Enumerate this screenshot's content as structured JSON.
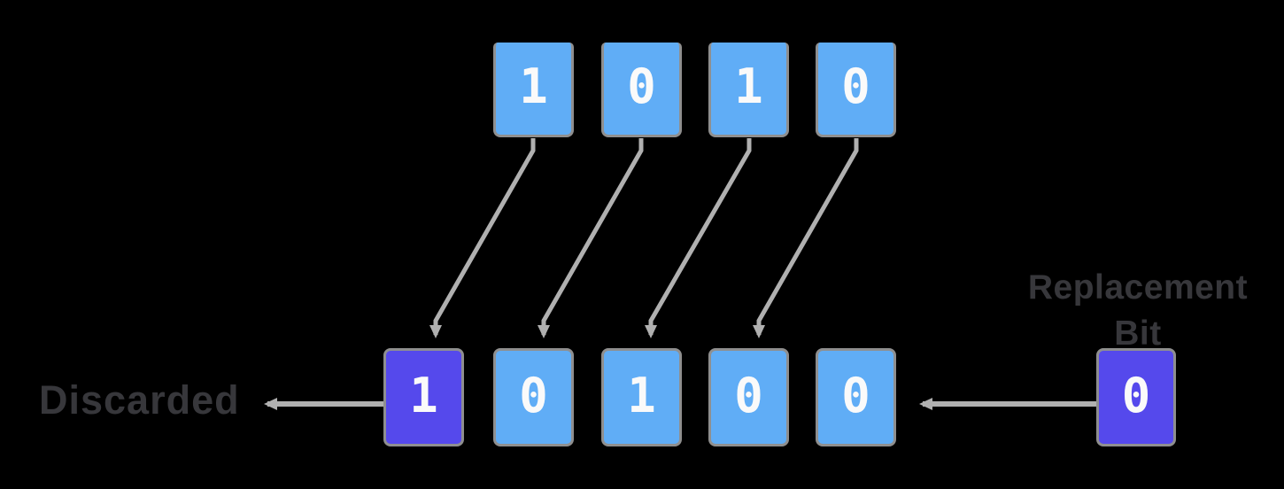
{
  "colors": {
    "background": "#000000",
    "box_blue": "#60adf6",
    "box_purple": "#5549ec",
    "border_gray": "#8f8f8f",
    "line_gray": "#b0b0b0",
    "label_gray": "#37373b",
    "digit_white": "#fafafa"
  },
  "top_row": {
    "bits": [
      "1",
      "0",
      "1",
      "0"
    ]
  },
  "bottom_row": {
    "bits": [
      "1",
      "0",
      "1",
      "0",
      "0"
    ],
    "discarded_bit_index": 0
  },
  "replacement_box": {
    "bit": "0"
  },
  "labels": {
    "discarded": "Discarded",
    "replacement_line1": "Replacement",
    "replacement_line2": "Bit"
  }
}
